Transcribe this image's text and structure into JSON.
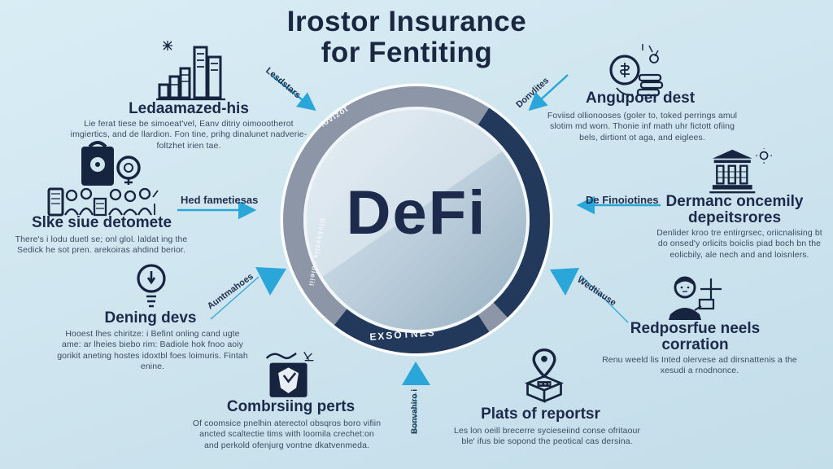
{
  "colors": {
    "background": "#cfe5ee",
    "accent_cyan": "#2aa7d8",
    "navy": "#1b2a4a",
    "ring_gray": "#8d96a6",
    "ring_navy": "#22395c"
  },
  "title": {
    "line1": "Irostor Insurance",
    "line2": "for Fentiting"
  },
  "center": {
    "label": "DeFi",
    "ring_top_label": "Iovlzot",
    "ring_left_label": "Divkzezlis vdieiii",
    "ring_bottom_label": "EXSOTNES"
  },
  "connectors": {
    "top_left": "Lesdstars",
    "top_right": "Donvlites",
    "left": "Hed fametiesas",
    "right": "De Finoiotines",
    "bottom_left": "Auntmahoes",
    "bottom_right": "Wedtiause",
    "bottom": "Bonvahiro i"
  },
  "sections": {
    "top_left": {
      "icon": "chart-buildings-icon",
      "heading": "Ledaamazed-his",
      "body": "Lie ferat tiese be simoeat'vel, Eanv ditriy oimoootherot imgiertics, and de llardion. Fon tine, prihg dinalunet nadverie-foltzhet irien tae."
    },
    "left": {
      "icon": "devices-crowd-icon",
      "heading": "Slke siue detomete",
      "body": "There's i lodu duetl se; onl glol. laldat ing the Sedick he sot pren. arekoiras ahdind berior."
    },
    "bottom_left": {
      "icon": "lightbulb-icon",
      "heading": "Dening devs",
      "body": "Hooest lhes chiritze: i Befint onling cand ugte ame: ar lheies biebo rim: Badiole hok fnoo aoiy gorikit aneting hostes idoxtbl foes loimuris. Fintah enine."
    },
    "bottom_center_left": {
      "icon": "shield-hand-icon",
      "heading": "Combrsiing perts",
      "body": "Of coomsice pnelhin aterectol obsqros boro vifiin ancted scaltectie tims with loomila crechet:on and perkold ofenjurg vontne dkatvenmeda."
    },
    "bottom_center_right": {
      "icon": "pin-box-icon",
      "heading": "Plats of reportsr",
      "body": "Les lon oeill brecerre sycieseiind conse ofritaour ble' ifus bie sopond the peotical cas dersina."
    },
    "top_right": {
      "icon": "coins-icon",
      "heading": "Angupoer dest",
      "body": "Foviisd ollionooses (goler to, toked perrings amul slotim md wom. Thonie inf math uhr fictott ofiing bels, dirtiont ot aga, and eiglees."
    },
    "right": {
      "icon": "bank-icon",
      "heading": "Dermanc oncemily depeitsrores",
      "body": "Denlider kroo tre entirgrsec, oriicnalising bt do onsed'y orlicits boiclis piad boch bn the eolicbily, ale nech and and loisnlers."
    },
    "bottom_right": {
      "icon": "person-plus-icon",
      "heading": "Redposrfue neels corration",
      "body": "Renu weeld lis Inted olervese ad dirsnattenis a the xesudi a rnodnonce."
    }
  }
}
